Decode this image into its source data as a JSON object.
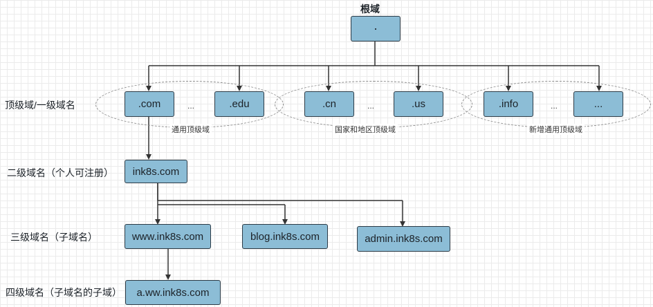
{
  "root": {
    "title": "根域",
    "label": "·"
  },
  "levels": {
    "tld": "顶级域/一级域名",
    "second": "二级域名（个人可注册）",
    "third": "三级域名（子域名）",
    "fourth": "四级域名（子域名的子域）"
  },
  "tld_nodes": [
    ".com",
    ".edu",
    ".cn",
    ".us",
    ".info",
    "..."
  ],
  "ellipsis": "...",
  "groups": [
    "通用顶级域",
    "国家和地区顶级域",
    "新增通用顶级域"
  ],
  "second_level": "ink8s.com",
  "third_level": [
    "www.ink8s.com",
    "blog.ink8s.com",
    "admin.ink8s.com"
  ],
  "fourth_level": "a.ww.ink8s.com"
}
